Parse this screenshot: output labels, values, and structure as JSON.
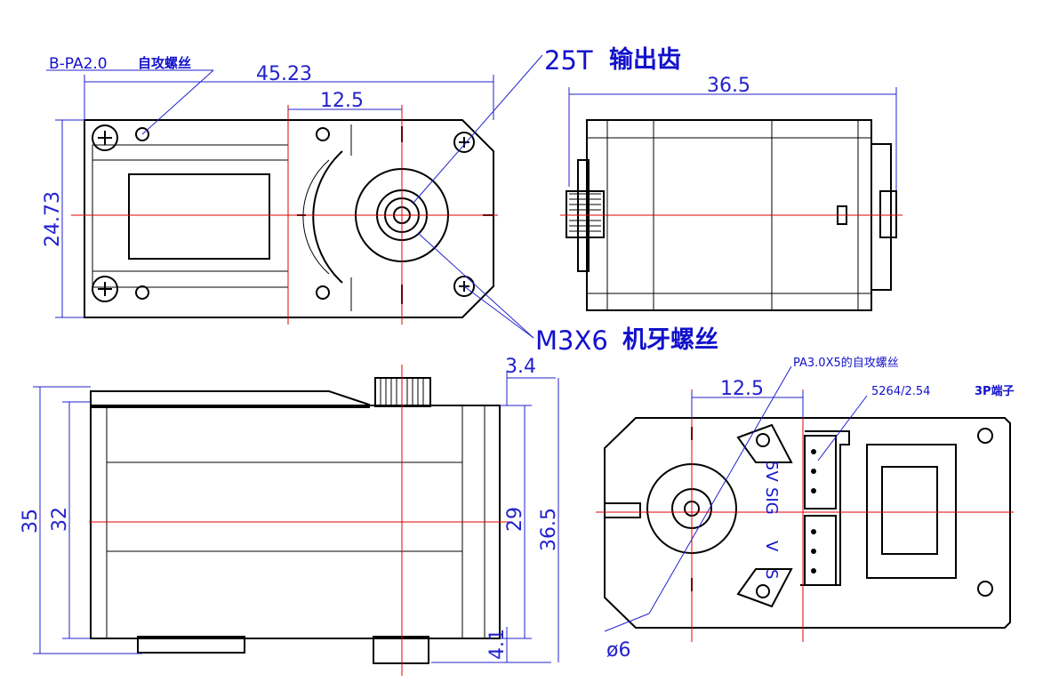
{
  "colors": {
    "outline": "#000000",
    "centerline": "#e00000",
    "dimension": "#2222cc"
  },
  "labels": {
    "self_tap_screw": "B-PA2.0",
    "self_tap_screw_cn": "自攻螺丝",
    "output_gear": "25T",
    "output_gear_cn": "输出齿",
    "machine_screw": "M3X6",
    "machine_screw_cn": "机牙螺丝",
    "bottom_screw": "PA3.0X5的自攻螺丝",
    "connector_model": "5264/2.54",
    "connector_cn": "3P端子",
    "pin_labels": [
      "5V",
      "SIG",
      "V",
      "S"
    ]
  },
  "dimensions": {
    "top_length": "45.23",
    "top_offset": "12.5",
    "top_width": "24.73",
    "side_length": "36.5",
    "front_total_height": "35",
    "front_body_height": "32",
    "front_top_offset": "3.4",
    "front_inner": "29",
    "front_outer": "36.5",
    "front_bottom_offset": "4.1",
    "bottom_offset": "12.5",
    "bottom_diameter": "ø6"
  }
}
